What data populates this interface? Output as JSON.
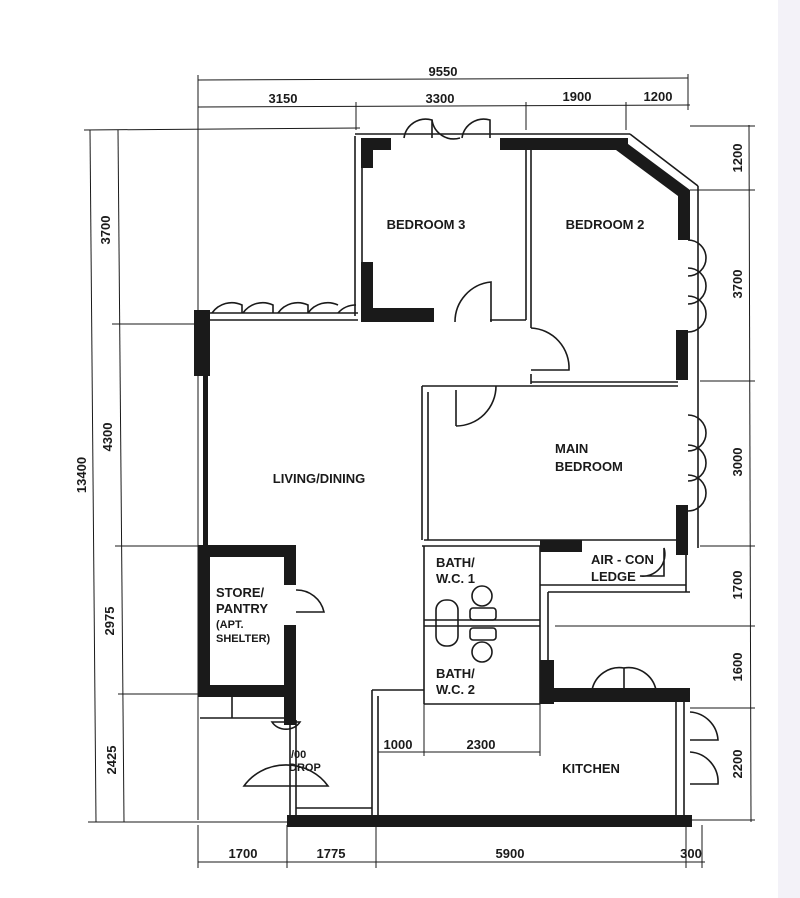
{
  "plan": {
    "overall_width": "9550",
    "overall_depth": "13400",
    "top_dims": [
      "3150",
      "3300",
      "1900",
      "1200"
    ],
    "bottom_dims": [
      "1700",
      "1775",
      "5900",
      "300"
    ],
    "left_dims": [
      "3700",
      "4300",
      "2975",
      "2425"
    ],
    "right_dims": [
      "1200",
      "3700",
      "3000",
      "1700",
      "1600",
      "2200"
    ],
    "inner_dims": [
      "1000",
      "2300"
    ]
  },
  "rooms": {
    "bedroom3": "BEDROOM 3",
    "bedroom2": "BEDROOM 2",
    "living": "LIVING/DINING",
    "main_bed_1": "MAIN",
    "main_bed_2": "BEDROOM",
    "store_1": "STORE/",
    "store_2": "PANTRY",
    "store_3": "(APT.",
    "store_4": "SHELTER)",
    "bath1_1": "BATH/",
    "bath1_2": "W.C. 1",
    "bath2_1": "BATH/",
    "bath2_2": "W.C. 2",
    "aircon_1": "AIR - CON",
    "aircon_2": "LEDGE",
    "kitchen": "KITCHEN",
    "refuse_1": "/00",
    "refuse_2": "DROP"
  },
  "colors": {
    "ink": "#1a1a1a",
    "paper": "#ffffff",
    "strip": "#f3f2f8"
  }
}
